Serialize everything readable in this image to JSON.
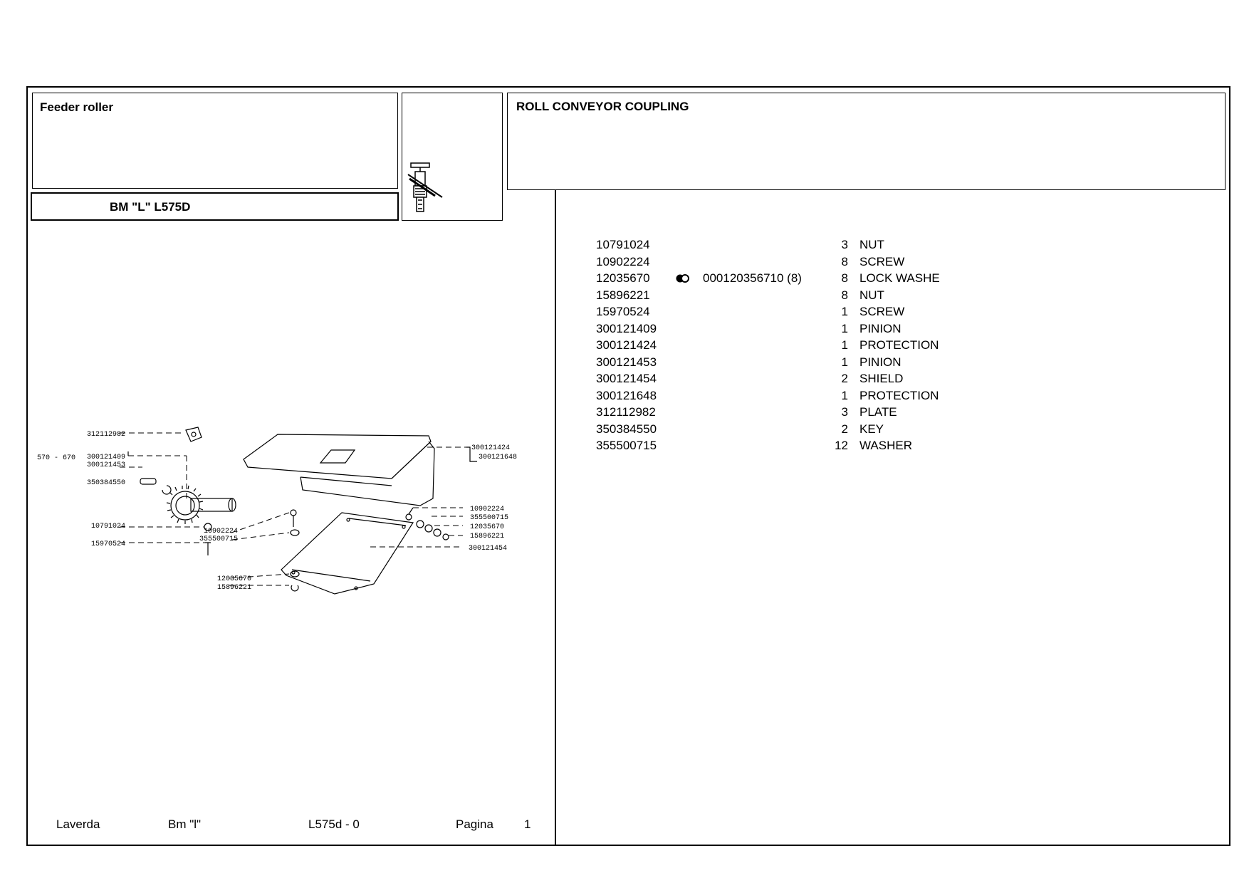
{
  "header": {
    "group_title": "Feeder roller",
    "model": "BM \"L\" L575D",
    "section_title": "ROLL CONVEYOR COUPLING"
  },
  "parts": [
    {
      "code": "10791024",
      "replacement": "",
      "qty": "3",
      "description": "NUT"
    },
    {
      "code": "10902224",
      "replacement": "",
      "qty": "8",
      "description": "SCREW"
    },
    {
      "code": "12035670",
      "replacement": "000120356710  (8)",
      "qty": "8",
      "description": "LOCK WASHE"
    },
    {
      "code": "15896221",
      "replacement": "",
      "qty": "8",
      "description": "NUT"
    },
    {
      "code": "15970524",
      "replacement": "",
      "qty": "1",
      "description": "SCREW"
    },
    {
      "code": "300121409",
      "replacement": "",
      "qty": "1",
      "description": "PINION"
    },
    {
      "code": "300121424",
      "replacement": "",
      "qty": "1",
      "description": "PROTECTION"
    },
    {
      "code": "300121453",
      "replacement": "",
      "qty": "1",
      "description": "PINION"
    },
    {
      "code": "300121454",
      "replacement": "",
      "qty": "2",
      "description": "SHIELD"
    },
    {
      "code": "300121648",
      "replacement": "",
      "qty": "1",
      "description": "PROTECTION"
    },
    {
      "code": "312112982",
      "replacement": "",
      "qty": "3",
      "description": "PLATE"
    },
    {
      "code": "350384550",
      "replacement": "",
      "qty": "2",
      "description": "KEY"
    },
    {
      "code": "355500715",
      "replacement": "",
      "qty": "12",
      "description": "WASHER"
    }
  ],
  "diagram_labels": {
    "l312112982": "312112982",
    "range": "570 - 670",
    "l300121409": "300121409",
    "l300121453": "300121453",
    "l350384550": "350384550",
    "l10791024": "10791024",
    "l15970524": "15970524",
    "l10902224a": "10902224",
    "l355500715a": "355500715",
    "l12035670a": "12035670",
    "l15896221a": "15896221",
    "l300121424": "300121424",
    "l300121648": "300121648",
    "l10902224b": "10902224",
    "l355500715b": "355500715",
    "l12035670b": "12035670",
    "l15896221b": "15896221",
    "l300121454": "300121454"
  },
  "footer": {
    "brand": "Laverda",
    "series": "Bm \"l\"",
    "doc": "L575d - 0",
    "page_label": "Pagina",
    "page_number": "1"
  }
}
